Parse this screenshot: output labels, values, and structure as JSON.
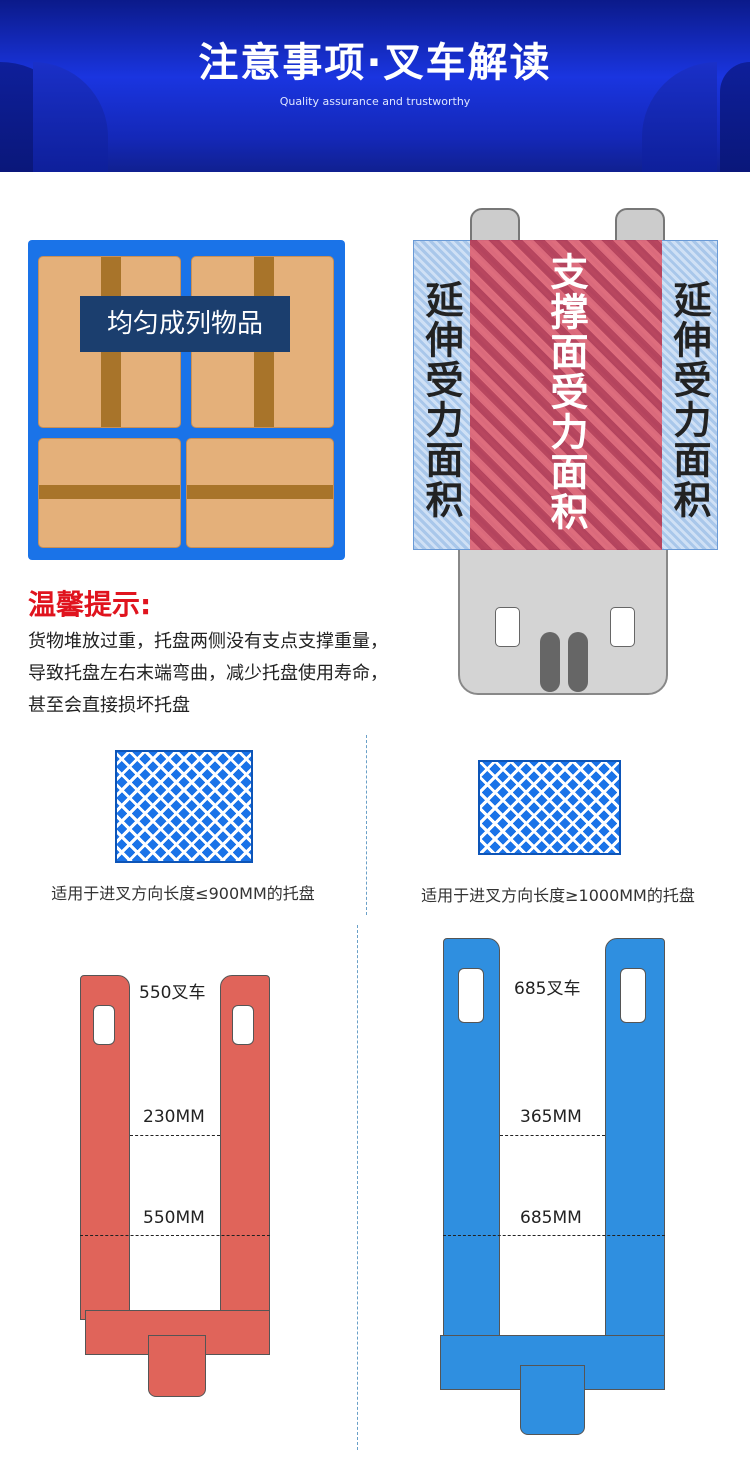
{
  "header": {
    "title": "注意事项·叉车解读",
    "subtitle": "Quality assurance and trustworthy"
  },
  "pallet_left": {
    "label": "均匀成列物品"
  },
  "forklift_overlay": {
    "left_label": "延伸受力面积",
    "center_label": "支撑面受力面积",
    "right_label": "延伸受力面积"
  },
  "tip": {
    "title": "温馨提示:",
    "lines": [
      "货物堆放过重，托盘两侧没有支点支撑重量，",
      "导致托盘左右末端弯曲，减少托盘使用寿命，",
      "甚至会直接损坏托盘"
    ]
  },
  "pallets": [
    {
      "caption": "适用于进叉方向长度≤900MM的托盘"
    },
    {
      "caption": "适用于进叉方向长度≥1000MM的托盘"
    }
  ],
  "forks": [
    {
      "name": "550叉车",
      "inner_width": "230MM",
      "outer_width": "550MM",
      "color": "#e0645a"
    },
    {
      "name": "685叉车",
      "inner_width": "365MM",
      "outer_width": "685MM",
      "color": "#2f8fe0"
    }
  ],
  "colors": {
    "header_blue": "#1a35e0",
    "tip_red": "#e0141e",
    "pallet_blue": "#1a73e8"
  }
}
